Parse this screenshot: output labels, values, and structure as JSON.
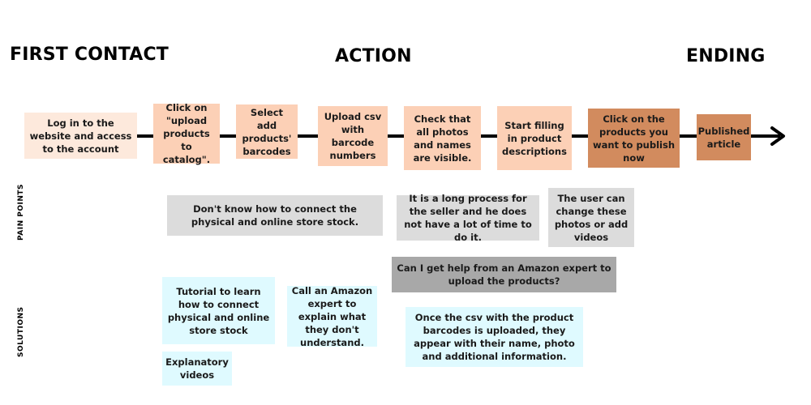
{
  "headings": {
    "first_contact": "FIRST CONTACT",
    "action": "ACTION",
    "ending": "ENDING"
  },
  "row_labels": {
    "pain_points": "PAIN POINTS",
    "solutions": "SOLUTIONS"
  },
  "steps": [
    "Log in to the website and access to the account",
    "Click on \"upload products to catalog\".",
    "Select add products' barcodes",
    "Upload csv with barcode numbers",
    "Check that all photos and names are visible.",
    "Start filling in product descriptions",
    "Click on the products you want to publish now",
    "Published article"
  ],
  "pain_points": [
    "Don't know how to connect the physical and online store stock.",
    "It is a long process for the seller and he does not have a lot of time to do it.",
    "The user can change these photos or add videos",
    "Can I get help from an Amazon expert to upload the products?"
  ],
  "solutions": [
    "Tutorial to learn how to connect physical and online store stock",
    "Explanatory videos",
    "Call an Amazon expert to explain what they don't understand.",
    "Once the csv with the product barcodes is uploaded, they appear with their name, photo and additional information."
  ],
  "colors": {
    "step_light": "#fde9dc",
    "step_mid": "#fcd0b6",
    "step_dark": "#d28b5e",
    "pain": "#dcdcdc",
    "pain_dark": "#a8a8a8",
    "solution": "#dffaff",
    "timeline": "#000000"
  }
}
